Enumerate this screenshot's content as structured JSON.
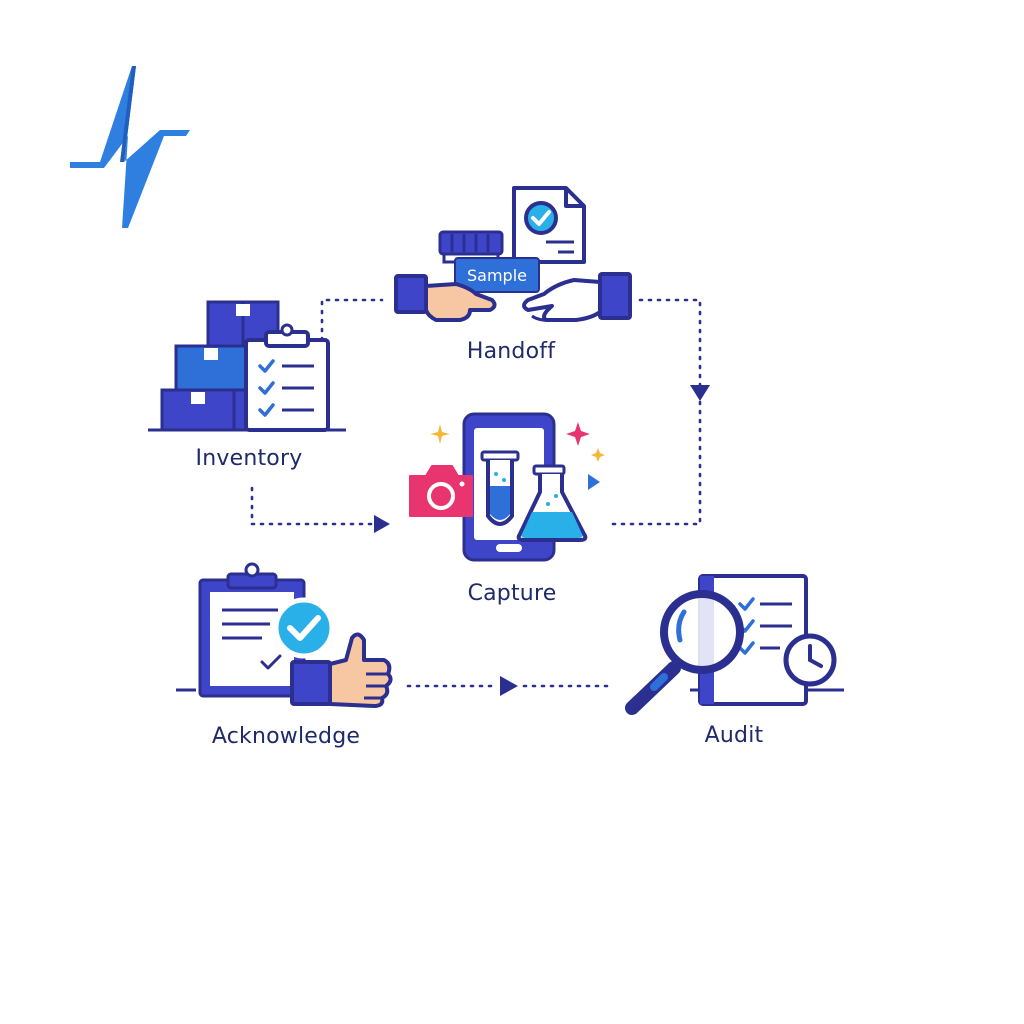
{
  "nodes": {
    "handoff": {
      "label": "Handoff"
    },
    "inventory": {
      "label": "Inventory"
    },
    "capture": {
      "label": "Capture"
    },
    "acknowledge": {
      "label": "Acknowledge"
    },
    "audit": {
      "label": "Audit"
    }
  },
  "handoff_tag": "Sample",
  "colors": {
    "navy": "#2b2f8f",
    "indigo": "#3f45c9",
    "blue": "#2f6fd8",
    "cyan": "#2ab0e8",
    "pink": "#e8356f",
    "skin": "#f7c7a4",
    "label": "#1f2a6b",
    "logo": "#2f7fe0"
  }
}
